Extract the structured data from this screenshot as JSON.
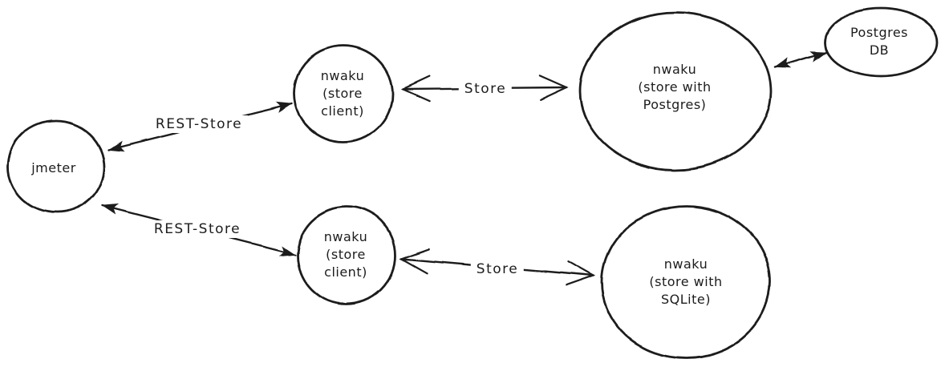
{
  "canvas": {
    "background_color": "#ffffff",
    "ink_color": "#1c1c1c",
    "style": "hand-drawn sketch diagram"
  },
  "diagram": {
    "nodes": [
      {
        "id": "jmeter",
        "shape": "circle",
        "label": "jmeter"
      },
      {
        "id": "nwaku-store-client-top",
        "shape": "circle",
        "label": "nwaku\n(store\nclient)"
      },
      {
        "id": "nwaku-store-postgres",
        "shape": "ellipse",
        "label": "nwaku\n(store with\nPostgres)"
      },
      {
        "id": "postgres-db",
        "shape": "ellipse",
        "label": "Postgres\nDB"
      },
      {
        "id": "nwaku-store-client-bottom",
        "shape": "circle",
        "label": "nwaku\n(store\nclient)"
      },
      {
        "id": "nwaku-store-sqlite",
        "shape": "circle",
        "label": "nwaku\n(store with\nSQLite)"
      }
    ],
    "edges": [
      {
        "id": "rest-store-top",
        "label": "REST-Store",
        "from": "jmeter",
        "to": "nwaku-store-client-top",
        "arrowheads": "filled-both-ends"
      },
      {
        "id": "store-top",
        "label": "Store",
        "from": "nwaku-store-client-top",
        "to": "nwaku-store-postgres",
        "arrowheads": "open-both-ends"
      },
      {
        "id": "postgres-db-link",
        "label": "",
        "from": "nwaku-store-postgres",
        "to": "postgres-db",
        "arrowheads": "filled-both-ends"
      },
      {
        "id": "rest-store-bottom",
        "label": "REST-Store",
        "from": "jmeter",
        "to": "nwaku-store-client-bottom",
        "arrowheads": "filled-both-ends"
      },
      {
        "id": "store-bottom",
        "label": "Store",
        "from": "nwaku-store-client-bottom",
        "to": "nwaku-store-sqlite",
        "arrowheads": "open-both-ends"
      }
    ]
  }
}
